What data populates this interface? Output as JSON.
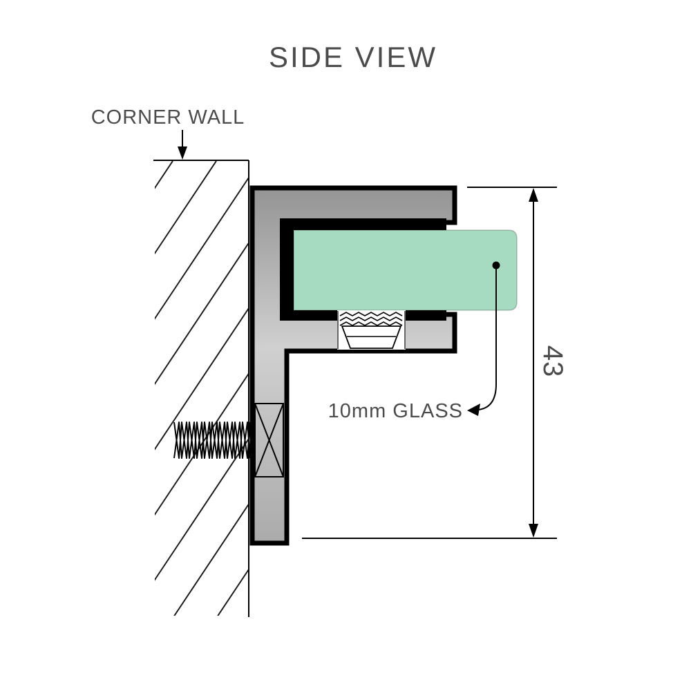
{
  "title": "SIDE VIEW",
  "labels": {
    "corner_wall": "CORNER WALL",
    "glass": "10mm GLASS",
    "dimension": "43"
  },
  "colors": {
    "text": "#4b4b4b",
    "line": "#000000",
    "glass": "#a6dbc1",
    "metal_light": "#d0d0d0",
    "metal_dark": "#949494"
  }
}
